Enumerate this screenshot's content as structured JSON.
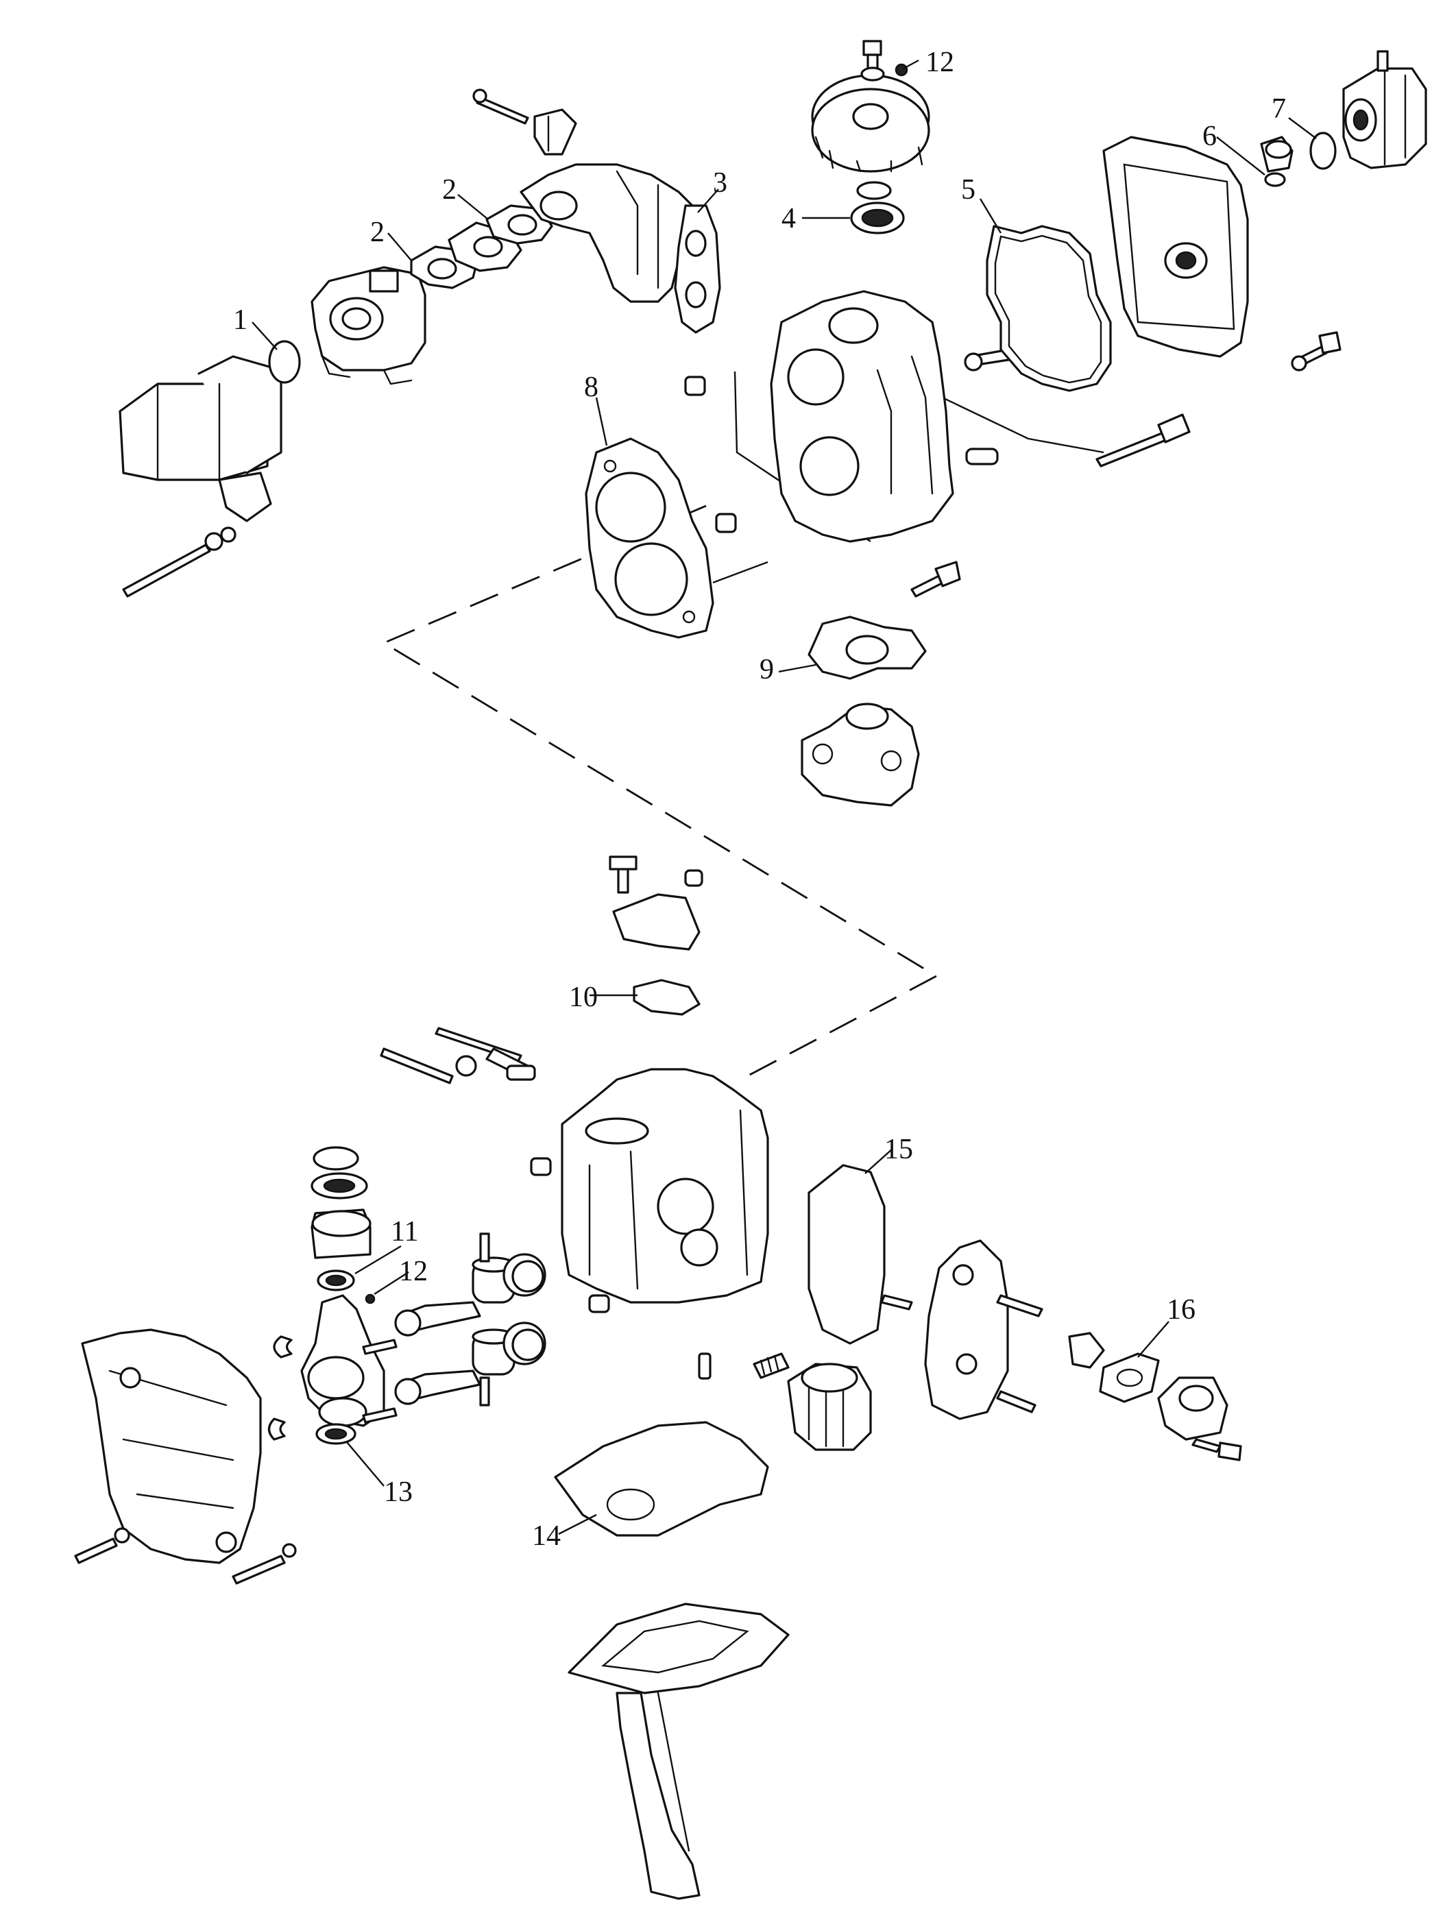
{
  "callouts": [
    {
      "id": "c1",
      "text": "1"
    },
    {
      "id": "c2a",
      "text": "2"
    },
    {
      "id": "c2b",
      "text": "2"
    },
    {
      "id": "c3",
      "text": "3"
    },
    {
      "id": "c4",
      "text": "4"
    },
    {
      "id": "c5",
      "text": "5"
    },
    {
      "id": "c6",
      "text": "6"
    },
    {
      "id": "c7",
      "text": "7"
    },
    {
      "id": "c8",
      "text": "8"
    },
    {
      "id": "c9",
      "text": "9"
    },
    {
      "id": "c10",
      "text": "10"
    },
    {
      "id": "c11",
      "text": "11"
    },
    {
      "id": "c12a",
      "text": "12"
    },
    {
      "id": "c12b",
      "text": "12"
    },
    {
      "id": "c13",
      "text": "13"
    },
    {
      "id": "c14",
      "text": "14"
    },
    {
      "id": "c15",
      "text": "15"
    },
    {
      "id": "c16",
      "text": "16"
    }
  ]
}
